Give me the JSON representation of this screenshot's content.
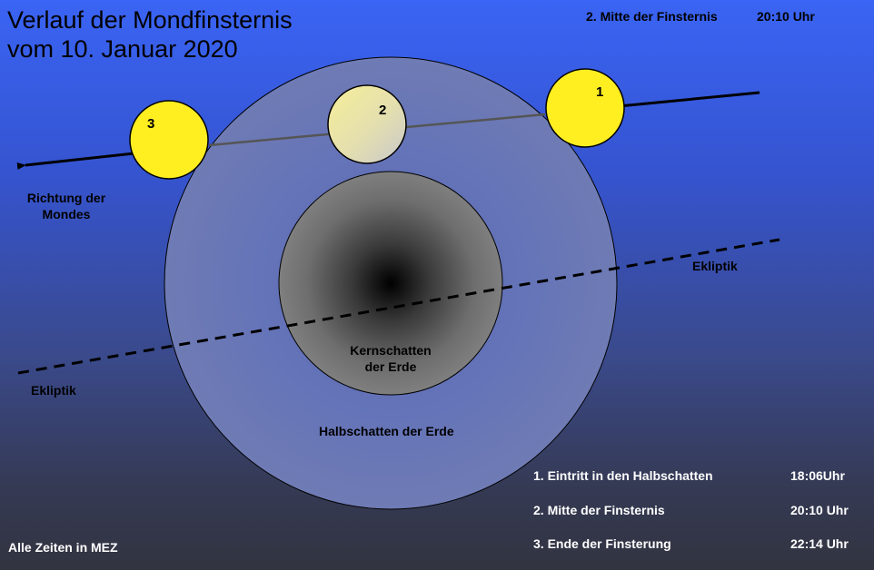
{
  "title": {
    "line1": "Verlauf der Mondfinsternis",
    "line2": "vom 10. Januar 2020"
  },
  "top_info": {
    "label": "2. Mitte der Finsternis",
    "time": "20:10 Uhr"
  },
  "labels": {
    "direction_line1": "Richtung der",
    "direction_line2": "Mondes",
    "ekliptik_right": "Ekliptik",
    "ekliptik_left": "Ekliptik",
    "umbra_line1": "Kernschatten",
    "umbra_line2": "der Erde",
    "penumbra": "Halbschatten der Erde",
    "footnote": "Alle Zeiten in MEZ"
  },
  "moons": [
    {
      "number": "1"
    },
    {
      "number": "2"
    },
    {
      "number": "3"
    }
  ],
  "timeline": [
    {
      "label": "1. Eintritt in den Halbschatten",
      "time": "18:06Uhr"
    },
    {
      "label": "2. Mitte der Finsternis",
      "time": "20:10 Uhr"
    },
    {
      "label": "3. Ende der Finsterung",
      "time": "22:14 Uhr"
    }
  ],
  "colors": {
    "moon": "#ffee20",
    "penumbra": "#6a78b4",
    "umbra": "#7a7a7a"
  }
}
